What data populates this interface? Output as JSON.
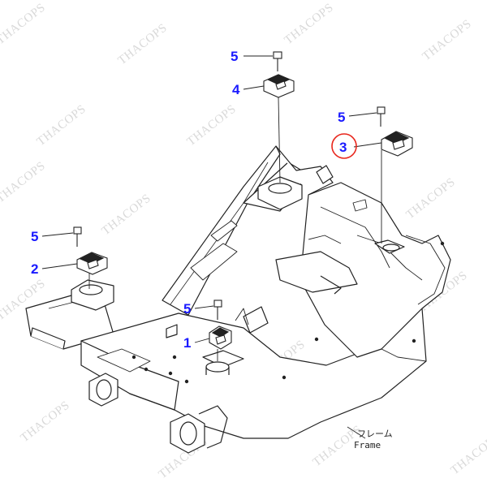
{
  "watermark": {
    "text": "THACOPS",
    "color": "#d8d8d8"
  },
  "frame_label": {
    "jp": "フレーム",
    "en": "Frame"
  },
  "colors": {
    "callout": "#1a1aff",
    "line": "#222222",
    "highlight": "#e8261c"
  },
  "callouts": [
    {
      "id": "callout-5-top",
      "number": "5"
    },
    {
      "id": "callout-4",
      "number": "4"
    },
    {
      "id": "callout-5-right",
      "number": "5"
    },
    {
      "id": "callout-3",
      "number": "3",
      "highlighted": true
    },
    {
      "id": "callout-5-left",
      "number": "5"
    },
    {
      "id": "callout-2",
      "number": "2"
    },
    {
      "id": "callout-5-center",
      "number": "5"
    },
    {
      "id": "callout-1",
      "number": "1"
    }
  ]
}
